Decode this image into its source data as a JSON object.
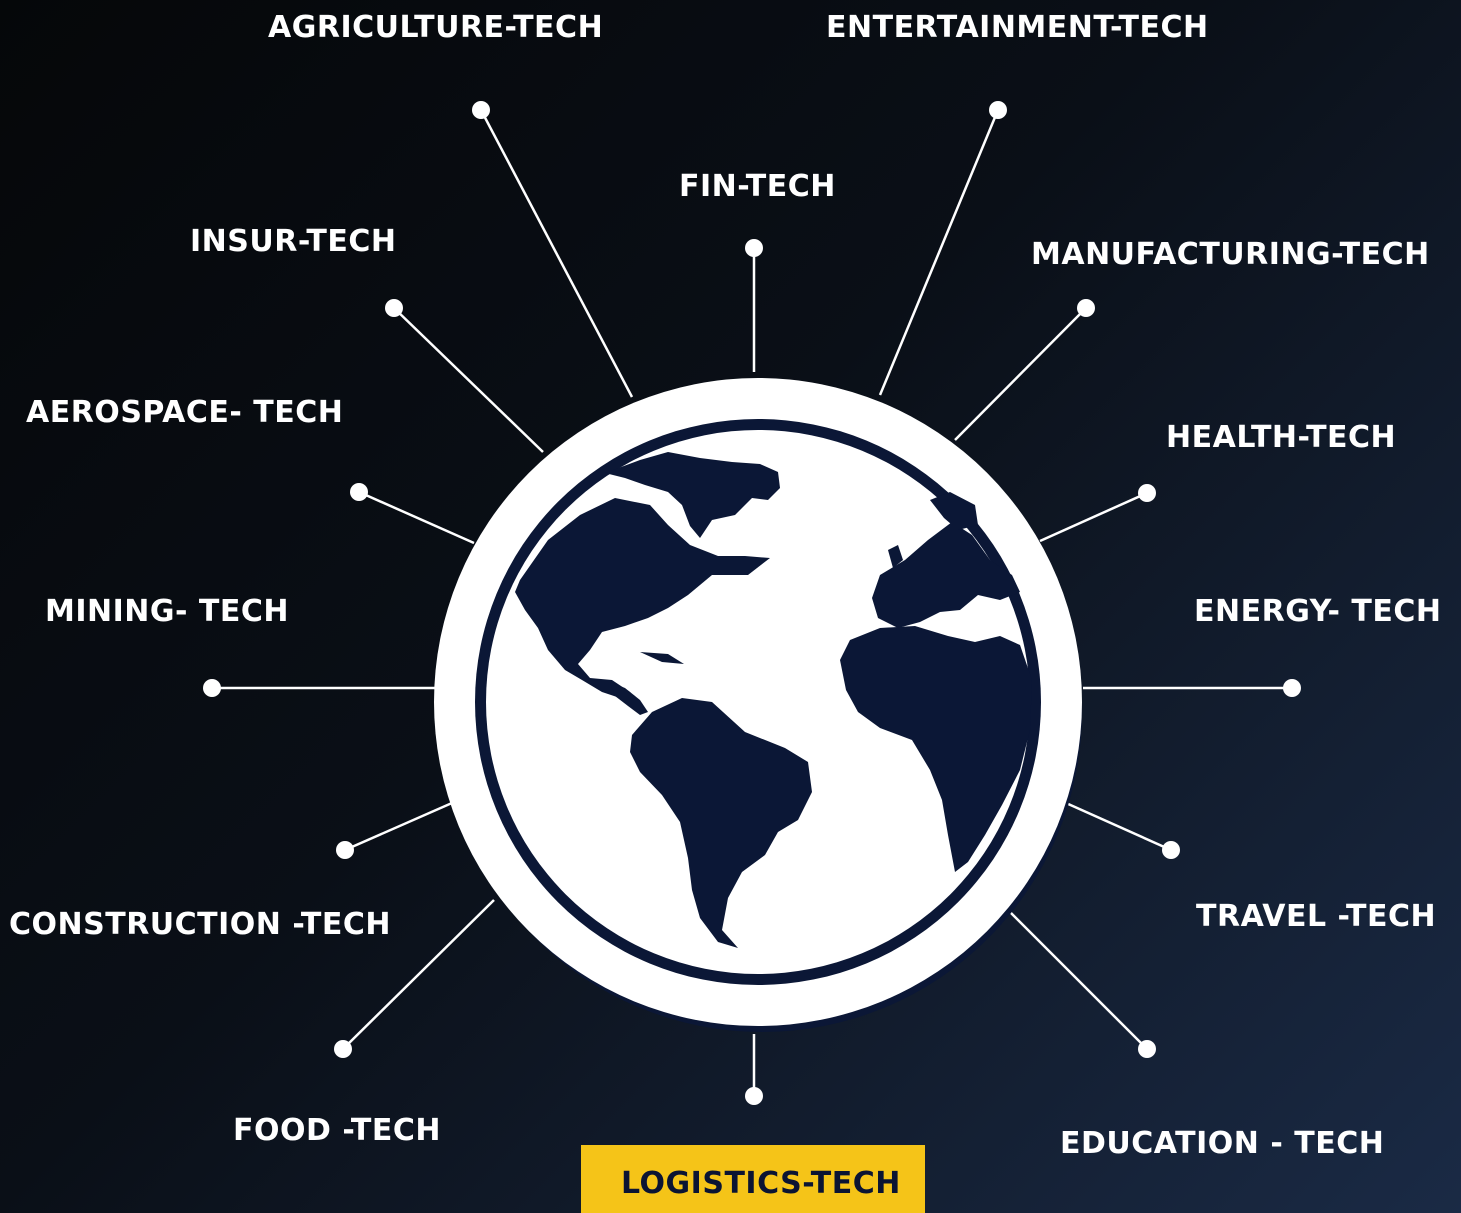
{
  "colors": {
    "background_dark": "#050709",
    "background_light": "#1a2a45",
    "globe_navy": "#0b1736",
    "globe_white": "#ffffff",
    "connector": "#ffffff",
    "highlight": "#f5c418"
  },
  "globe": {
    "icon": "world-globe-icon"
  },
  "sectors": [
    {
      "id": "agriculture",
      "label": "AGRICULTURE-TECH"
    },
    {
      "id": "entertainment",
      "label": "ENTERTAINMENT-TECH"
    },
    {
      "id": "fin",
      "label": "FIN-TECH"
    },
    {
      "id": "insur",
      "label": "INSUR-TECH"
    },
    {
      "id": "manufacturing",
      "label": "MANUFACTURING-TECH"
    },
    {
      "id": "aerospace",
      "label": "AEROSPACE- TECH"
    },
    {
      "id": "health",
      "label": "HEALTH-TECH"
    },
    {
      "id": "mining",
      "label": "MINING- TECH"
    },
    {
      "id": "energy",
      "label": "ENERGY- TECH"
    },
    {
      "id": "construction",
      "label": "CONSTRUCTION -TECH"
    },
    {
      "id": "travel",
      "label": "TRAVEL -TECH"
    },
    {
      "id": "food",
      "label": "FOOD -TECH"
    },
    {
      "id": "education",
      "label": "EDUCATION - TECH"
    },
    {
      "id": "logistics",
      "label": "LOGISTICS-TECH",
      "highlighted": true
    }
  ]
}
